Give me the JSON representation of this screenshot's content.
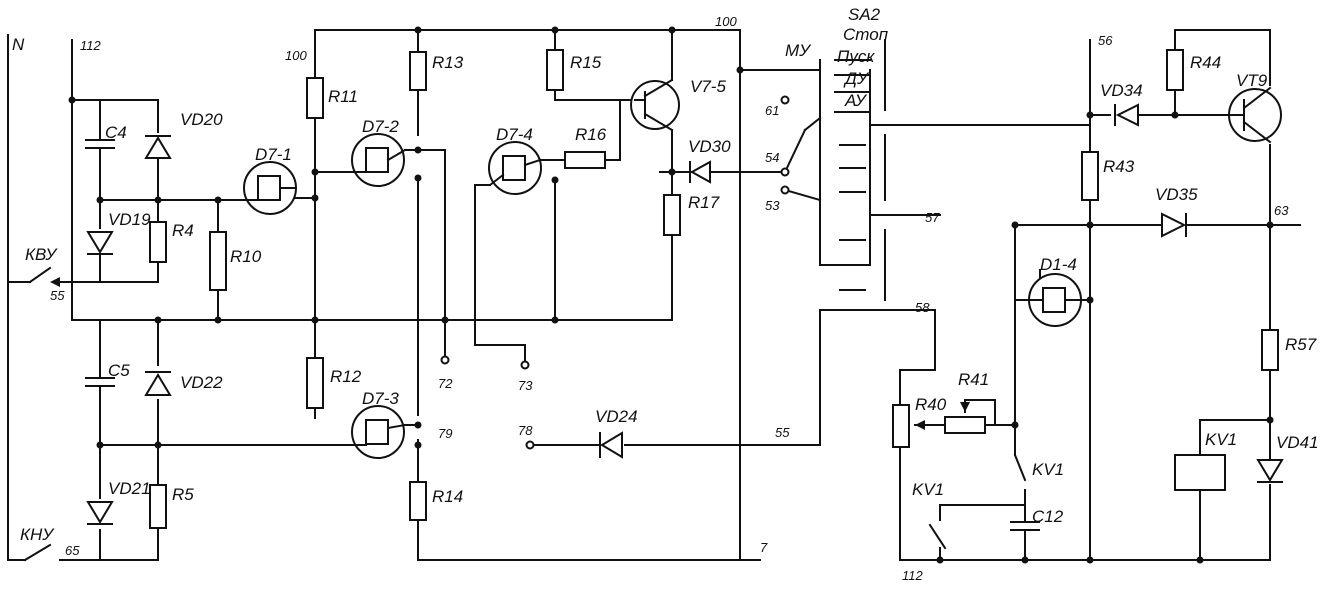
{
  "diagram": {
    "rails": {
      "left": "N",
      "top_left": "112",
      "top_mid": "100",
      "top_right": "56",
      "bottom_right": "112",
      "bottom_mid": "7"
    },
    "resistors": [
      "R4",
      "R5",
      "R10",
      "R11",
      "R12",
      "R13",
      "R14",
      "R15",
      "R16",
      "R17",
      "R40",
      "R41",
      "R43",
      "R44",
      "R57"
    ],
    "capacitors": [
      "C4",
      "C5",
      "C12"
    ],
    "diodes": [
      "VD19",
      "VD20",
      "VD21",
      "VD22",
      "VD24",
      "VD30",
      "VD34",
      "VD35",
      "VD41"
    ],
    "chips": [
      "D7-1",
      "D7-2",
      "D7-3",
      "D7-4",
      "D1-4"
    ],
    "transistors": [
      "V7-5",
      "VT9"
    ],
    "relay": "KV1",
    "relay_contacts": [
      "KV1",
      "KV1"
    ],
    "buttons": [
      "КВУ",
      "КНУ"
    ],
    "switch": {
      "name": "SA2",
      "positions": [
        "Стоп",
        "Пуск",
        "ДУ",
        "АУ"
      ],
      "mu": "МУ"
    },
    "nodes": {
      "n55a": "55",
      "n65": "65",
      "n72": "72",
      "n73": "73",
      "n79": "79",
      "n78": "78",
      "n55b": "55",
      "n61": "61",
      "n54": "54",
      "n53": "53",
      "n57": "57",
      "n58": "58",
      "n63": "63"
    }
  }
}
